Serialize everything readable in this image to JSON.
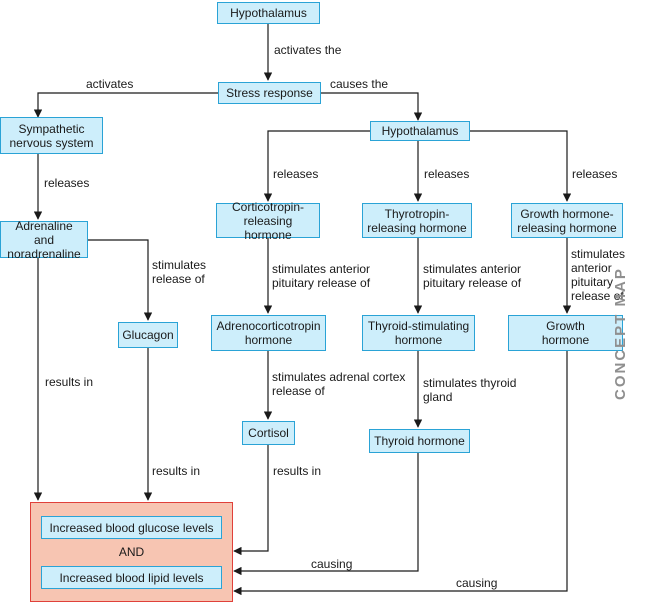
{
  "side_title": "CONCEPT MAP",
  "nodes": {
    "hypothalamus_top": "Hypothalamus",
    "stress_response": "Stress response",
    "sympathetic_ns": "Sympathetic\nnervous system",
    "hypothalamus_mid": "Hypothalamus",
    "adrenaline": "Adrenaline and\nnoradrenaline",
    "crh": "Corticotropin-\nreleasing hormone",
    "trh": "Thyrotropin-\nreleasing hormone",
    "ghrh": "Growth hormone-\nreleasing hormone",
    "glucagon": "Glucagon",
    "acth": "Adrenocorticotropin\nhormone",
    "tsh": "Thyroid-stimulating\nhormone",
    "growth_hormone": "Growth\nhormone",
    "cortisol": "Cortisol",
    "thyroid_hormone": "Thyroid hormone",
    "glucose": "Increased blood glucose levels",
    "and": "AND",
    "lipid": "Increased blood lipid levels"
  },
  "links": {
    "activates_the": "activates the",
    "activates": "activates",
    "causes_the": "causes the",
    "releases_1": "releases",
    "releases_2": "releases",
    "releases_3": "releases",
    "releases_4": "releases",
    "stimulates_release_of": "stimulates\nrelease of",
    "stim_ant_pit_1": "stimulates anterior\npituitary release of",
    "stim_ant_pit_2": "stimulates anterior\npituitary release of",
    "stim_ant_pit_3": "stimulates\nanterior\npituitary\nrelease of",
    "stim_adrenal": "stimulates adrenal cortex\nrelease of",
    "stim_thyroid": "stimulates thyroid\ngland",
    "results_in_1": "results in",
    "results_in_2": "results in",
    "results_in_3": "results in",
    "causing_1": "causing",
    "causing_2": "causing"
  }
}
